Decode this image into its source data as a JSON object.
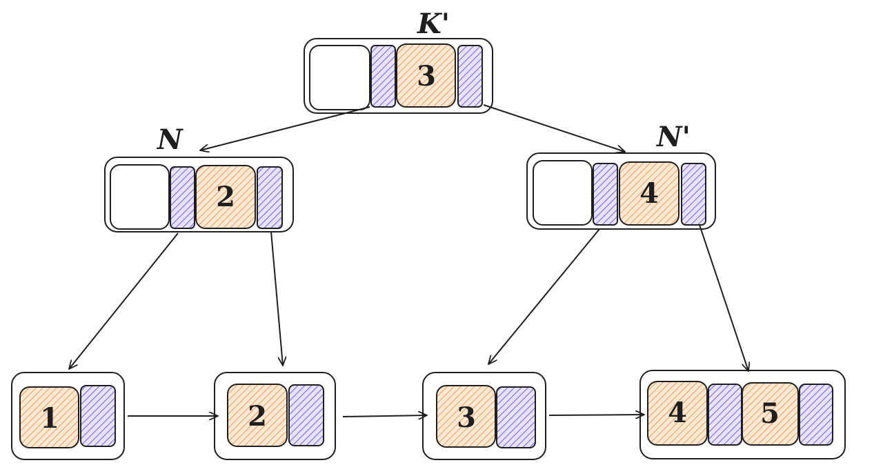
{
  "colors": {
    "stroke": "#1e1e1e",
    "key_fill": "#f4a261",
    "pointer_fill": "#7b68ee",
    "background": "#ffffff"
  },
  "internal_nodes": {
    "root": {
      "label": "K'",
      "key": "3"
    },
    "left": {
      "label": "N",
      "key": "2"
    },
    "right": {
      "label": "N'",
      "key": "4"
    }
  },
  "leaves": [
    {
      "keys": [
        "1"
      ]
    },
    {
      "keys": [
        "2"
      ]
    },
    {
      "keys": [
        "3"
      ]
    },
    {
      "keys": [
        "4",
        "5"
      ]
    }
  ]
}
